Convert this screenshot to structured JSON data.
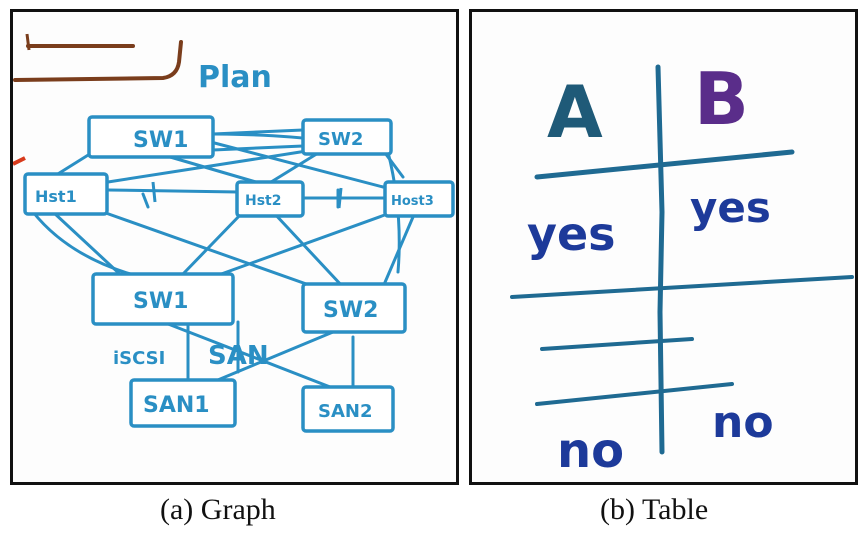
{
  "graph": {
    "caption_label": "(a)",
    "caption_text": "Graph",
    "whiteboard_word": "Plan",
    "nodes": {
      "sw1_top": "SW1",
      "sw2_top": "SW2",
      "host1": "Hst1",
      "host2": "Hst2",
      "host3": "Host3",
      "sw1_mid": "SW1",
      "sw2_mid": "SW2",
      "san1": "SAN1",
      "san2": "SAN2"
    },
    "annotations": {
      "iscsi": "iSCSI",
      "san": "SAN"
    },
    "colors": {
      "ink_blue": "#2a8fc4",
      "ink_brown": "#7a3d1c"
    }
  },
  "table": {
    "caption_label": "(b)",
    "caption_text": "Table",
    "headers": [
      "A",
      "B"
    ],
    "rows": [
      [
        "yes",
        "yes"
      ],
      [
        "",
        ""
      ],
      [
        "no",
        "no"
      ]
    ],
    "colors": {
      "ink_a": "#1f5a78",
      "ink_b": "#5a2d8a",
      "ink_cells": "#1d3a9a",
      "ink_lines": "#1f6a92"
    }
  }
}
